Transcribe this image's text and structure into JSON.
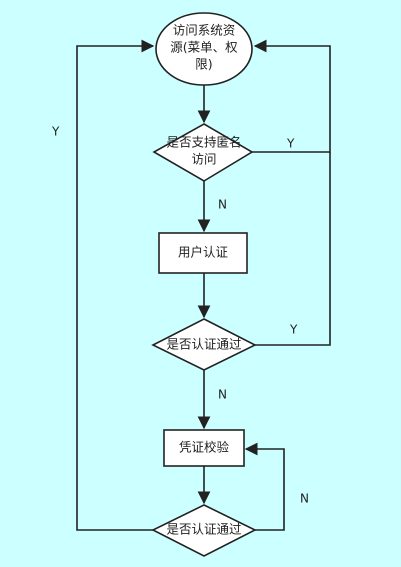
{
  "nodes": {
    "start": {
      "lines": [
        "访问系统资",
        "源(菜单、权",
        "限)"
      ]
    },
    "decision_anonymous": {
      "lines": [
        "是否支持匿名",
        "访问"
      ]
    },
    "user_auth": {
      "label": "用户认证"
    },
    "decision_auth_pass": {
      "label": "是否认证通过"
    },
    "credential_check": {
      "label": "凭证校验"
    },
    "decision_auth_pass_2": {
      "label": "是否认证通过"
    }
  },
  "edges": {
    "anon_yes": "Y",
    "anon_no": "N",
    "auth_yes": "Y",
    "auth_no": "N",
    "loop_no": "N",
    "loop_yes": "Y"
  },
  "colors": {
    "background": "#ccffff",
    "stroke": "#222222",
    "node_fill": "#ffffff"
  }
}
